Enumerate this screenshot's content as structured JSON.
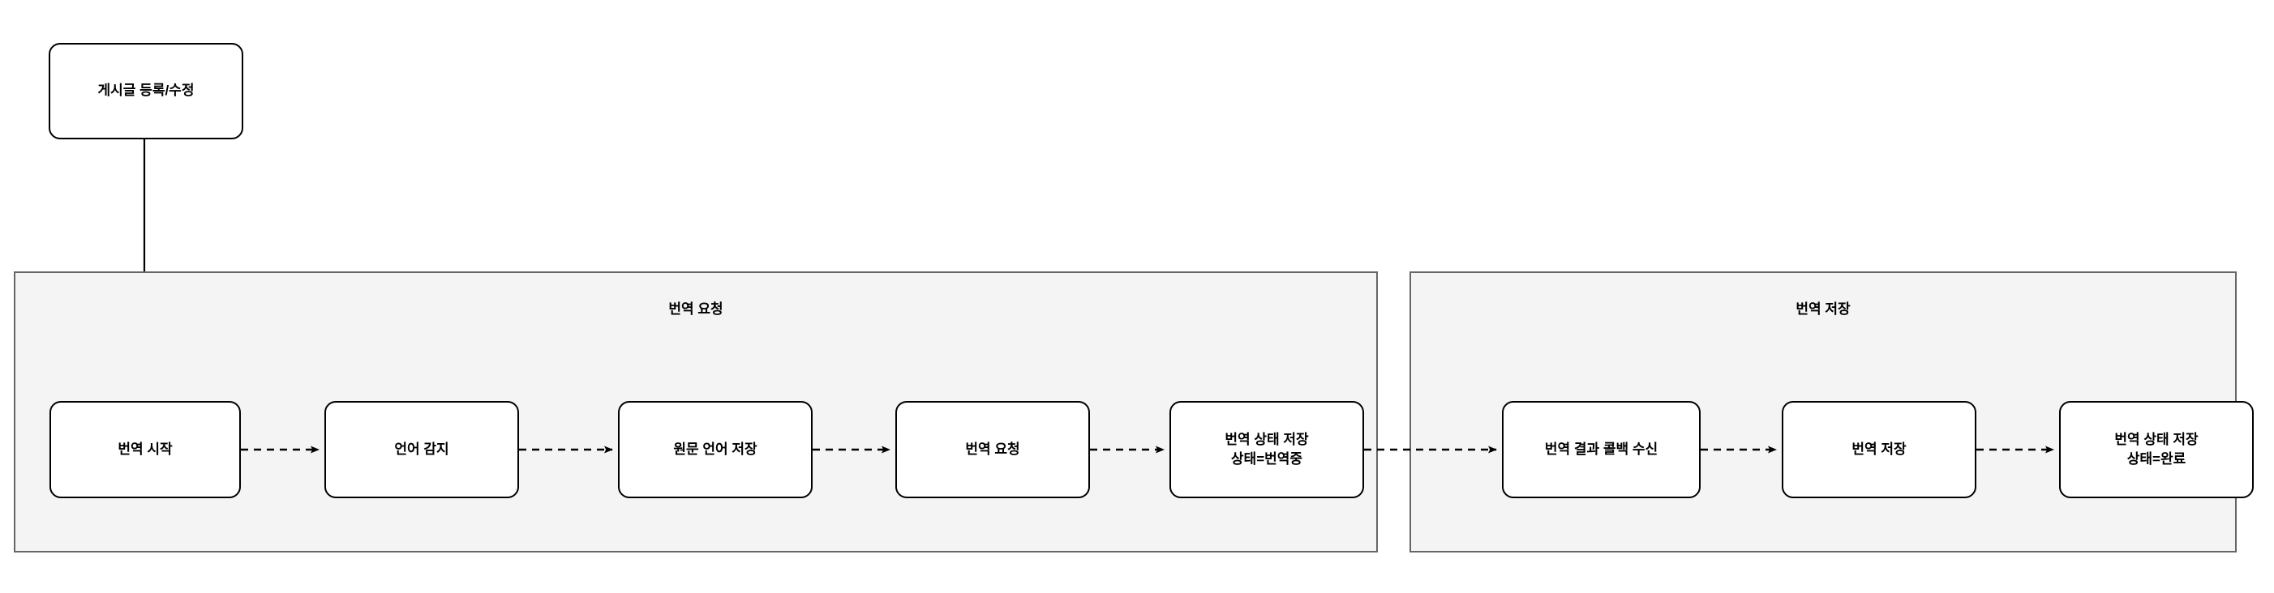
{
  "diagram": {
    "type": "flowchart",
    "direction": "left-to-right",
    "title": "",
    "colors": {
      "group_fill": "#f4f4f4",
      "group_border": "#666666",
      "node_fill": "#ffffff",
      "node_border": "#000000",
      "text": "#000000",
      "edge": "#000000",
      "canvas": "#ffffff"
    },
    "entry_node": {
      "id": "post-create-edit",
      "label": "게시글 등록/수정",
      "shape": "rounded-rect"
    },
    "groups": [
      {
        "id": "translation-request",
        "title": "번역 요청",
        "nodes": [
          {
            "id": "translation-start",
            "line1": "번역 시작",
            "line2": ""
          },
          {
            "id": "language-detect",
            "line1": "언어 감지",
            "line2": ""
          },
          {
            "id": "source-language-save",
            "line1": "원문 언어 저장",
            "line2": ""
          },
          {
            "id": "translation-request",
            "line1": "번역 요청",
            "line2": ""
          },
          {
            "id": "status-save-translating",
            "line1": "번역 상태 저장",
            "line2": "상태=번역중"
          }
        ]
      },
      {
        "id": "translation-save",
        "title": "번역 저장",
        "nodes": [
          {
            "id": "callback-receive",
            "line1": "번역 결과 콜백 수신",
            "line2": ""
          },
          {
            "id": "translation-save",
            "line1": "번역 저장",
            "line2": ""
          },
          {
            "id": "status-save-done",
            "line1": "번역 상태 저장",
            "line2": "상태=완료"
          }
        ]
      }
    ],
    "edges": [
      {
        "id": "edge-entry-to-start",
        "from": "post-create-edit",
        "to": "translation-start",
        "style": "solid",
        "arrow": "filled-triangle"
      },
      {
        "id": "edge-1",
        "from": "translation-start",
        "to": "language-detect",
        "style": "dashed",
        "arrow": "filled-triangle"
      },
      {
        "id": "edge-2",
        "from": "language-detect",
        "to": "source-language-save",
        "style": "dashed",
        "arrow": "filled-triangle"
      },
      {
        "id": "edge-3",
        "from": "source-language-save",
        "to": "translation-request",
        "style": "dashed",
        "arrow": "filled-triangle"
      },
      {
        "id": "edge-4",
        "from": "translation-request",
        "to": "status-save-translating",
        "style": "dashed",
        "arrow": "filled-triangle"
      },
      {
        "id": "edge-5",
        "from": "status-save-translating",
        "to": "callback-receive",
        "style": "dashed",
        "arrow": "filled-triangle"
      },
      {
        "id": "edge-6",
        "from": "callback-receive",
        "to": "translation-save",
        "style": "dashed",
        "arrow": "filled-triangle"
      },
      {
        "id": "edge-7",
        "from": "translation-save",
        "to": "status-save-done",
        "style": "dashed",
        "arrow": "filled-triangle"
      }
    ]
  }
}
